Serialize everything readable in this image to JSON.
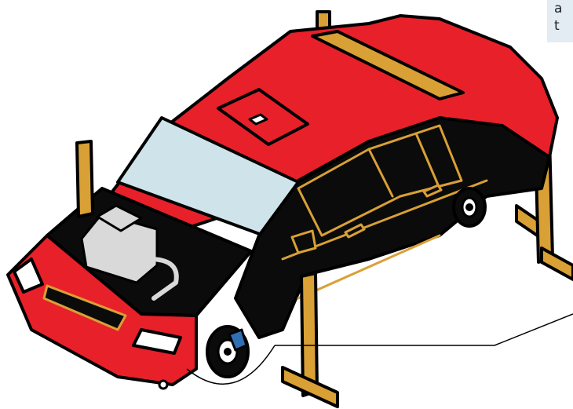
{
  "callout": {
    "lines": [
      "a",
      "t"
    ]
  },
  "illustration": {
    "subject": "car-on-lift",
    "colors": {
      "body": "#e8202a",
      "shadow": "#b8121b",
      "interior": "#0b0b0b",
      "trim": "#d9a036",
      "glass": "#cfe3ea",
      "outline": "#000000",
      "engine": "#d9d9d9",
      "callout_box": "#e4ecf3"
    }
  }
}
